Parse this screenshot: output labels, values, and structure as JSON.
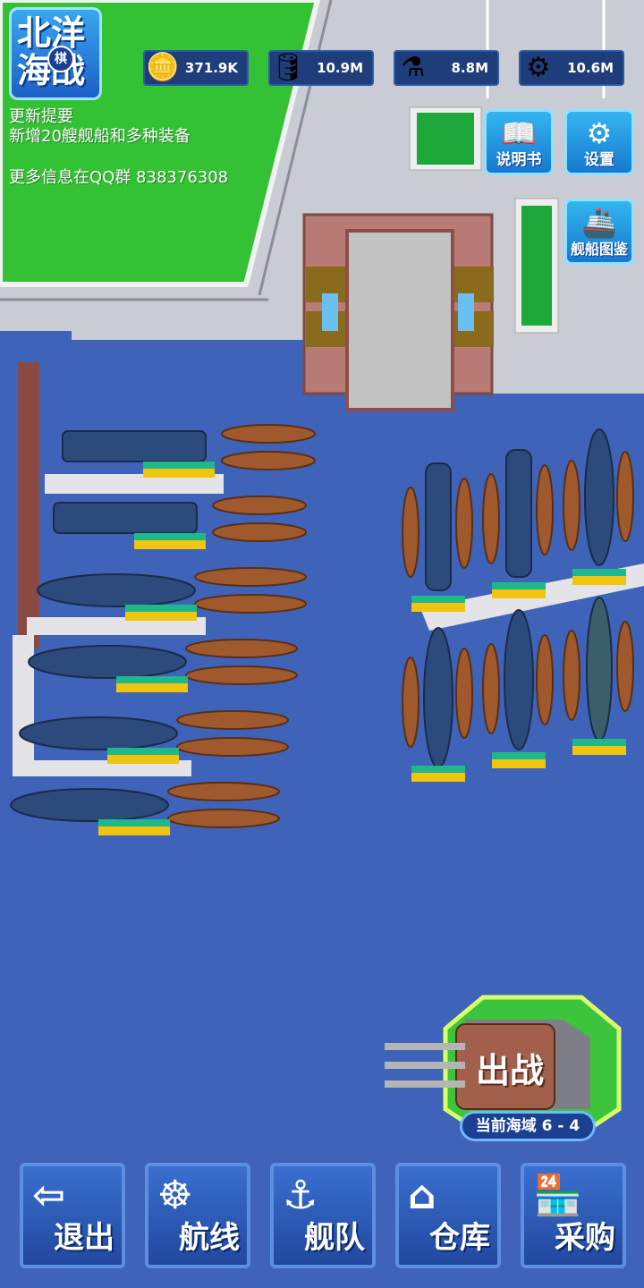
{
  "logo": {
    "line1": "北洋",
    "line2": "海战",
    "badge": "棋"
  },
  "resources": [
    {
      "icon": "coin-icon",
      "glyph": "🪙",
      "value": "371.9K"
    },
    {
      "icon": "oil-barrel-icon",
      "glyph": "🛢",
      "value": "10.9M"
    },
    {
      "icon": "ammo-shells-icon",
      "glyph": "⚗",
      "value": "8.8M"
    },
    {
      "icon": "steel-icon",
      "glyph": "⚙",
      "value": "10.6M"
    }
  ],
  "notes": {
    "title": "更新提要",
    "line1": "新增20艘舰船和多种装备",
    "line2": "更多信息在QQ群 838376308"
  },
  "topButtons": {
    "manual": {
      "label": "说明书",
      "glyph": "📖"
    },
    "settings": {
      "label": "设置",
      "glyph": "⚙"
    },
    "shipGuide": {
      "label": "舰船图鉴",
      "glyph": "🚢"
    }
  },
  "battle": {
    "label": "出战",
    "area": "当前海域 6 - 4"
  },
  "nav": [
    {
      "name": "exit",
      "label": "退出",
      "glyph": "⇦",
      "icon": "exit-door-icon"
    },
    {
      "name": "route",
      "label": "航线",
      "glyph": "☸",
      "icon": "ship-wheel-icon"
    },
    {
      "name": "fleet",
      "label": "舰队",
      "glyph": "⚓",
      "icon": "anchor-icon"
    },
    {
      "name": "warehouse",
      "label": "仓库",
      "glyph": "⌂",
      "icon": "warehouse-icon"
    },
    {
      "name": "shop",
      "label": "采购",
      "glyph": "🏪",
      "icon": "shop-icon"
    }
  ],
  "colors": {
    "sea": "#3f63b8",
    "land": "#33c233",
    "dock": "#c9ccd4",
    "hull": "#2d4a7c",
    "wood": "#a0592d"
  }
}
